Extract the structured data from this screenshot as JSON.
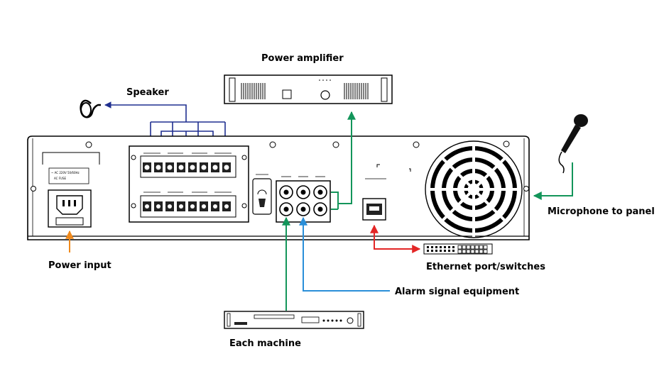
{
  "labels": {
    "power_amplifier": "Power amplifier",
    "speaker": "Speaker",
    "microphone": "Microphone to panel",
    "power_input": "Power input",
    "ethernet": "Ethernet port/switches",
    "alarm": "Alarm signal equipment",
    "each_machine": "Each machine"
  },
  "colors": {
    "speaker_wire": "#1f2f8f",
    "green_wire": "#13955a",
    "blue_wire": "#2a8fd9",
    "red_wire": "#e32626",
    "orange_wire": "#f08a1c",
    "outline": "#000000"
  },
  "icons": [
    "speaker-icon",
    "microphone-icon",
    "fan-icon",
    "iec-power-socket-icon",
    "usb-port-icon",
    "rca-jack-icon",
    "terminal-screw-icon",
    "network-switch-icon"
  ]
}
